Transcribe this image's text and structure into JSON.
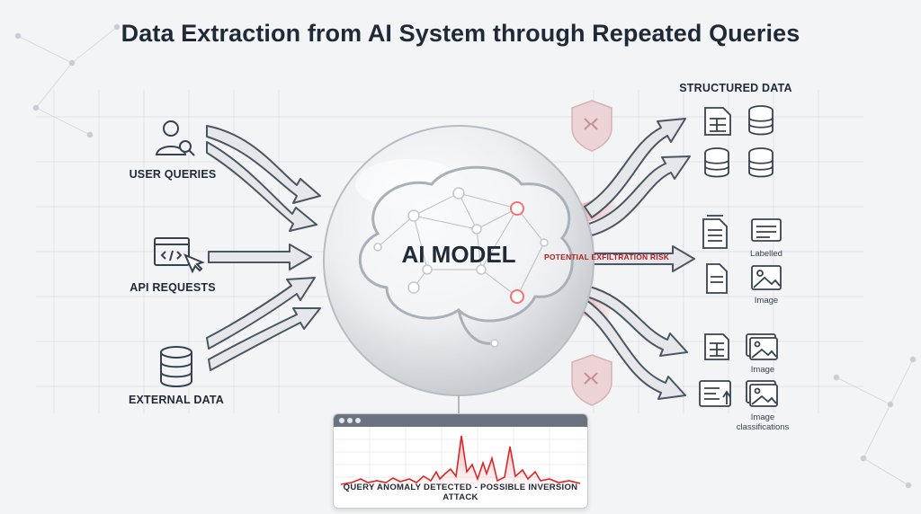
{
  "title": "Data Extraction from AI System through Repeated Queries",
  "inputs": {
    "user_queries": "USER QUERIES",
    "api_requests": "API REQUESTS",
    "external_data": "EXTERNAL DATA"
  },
  "model": {
    "label": "AI MODEL",
    "risk_label": "POTENTIAL EXFILTRATION RISK"
  },
  "outputs": {
    "structured_data": "STRUCTURED DATA",
    "labelled": "Labelled",
    "image_1": "Image",
    "image_2": "Image",
    "image_classifications_1": "Image",
    "image_classifications_2": "classifications"
  },
  "monitor": {
    "caption": "QUERY ANOMALY DETECTED - POSSIBLE INVERSION ATTACK"
  },
  "colors": {
    "arrow_fill": "#e5e7eb",
    "arrow_stroke": "#4b5563",
    "risk_red": "#ef4444",
    "icon_stroke": "#374151",
    "shield": "#e8c9cb"
  },
  "icons": [
    "user-search-icon",
    "code-window-icon",
    "database-icon",
    "table-icon",
    "document-icon",
    "image-icon",
    "classification-icon",
    "shield-icon"
  ]
}
